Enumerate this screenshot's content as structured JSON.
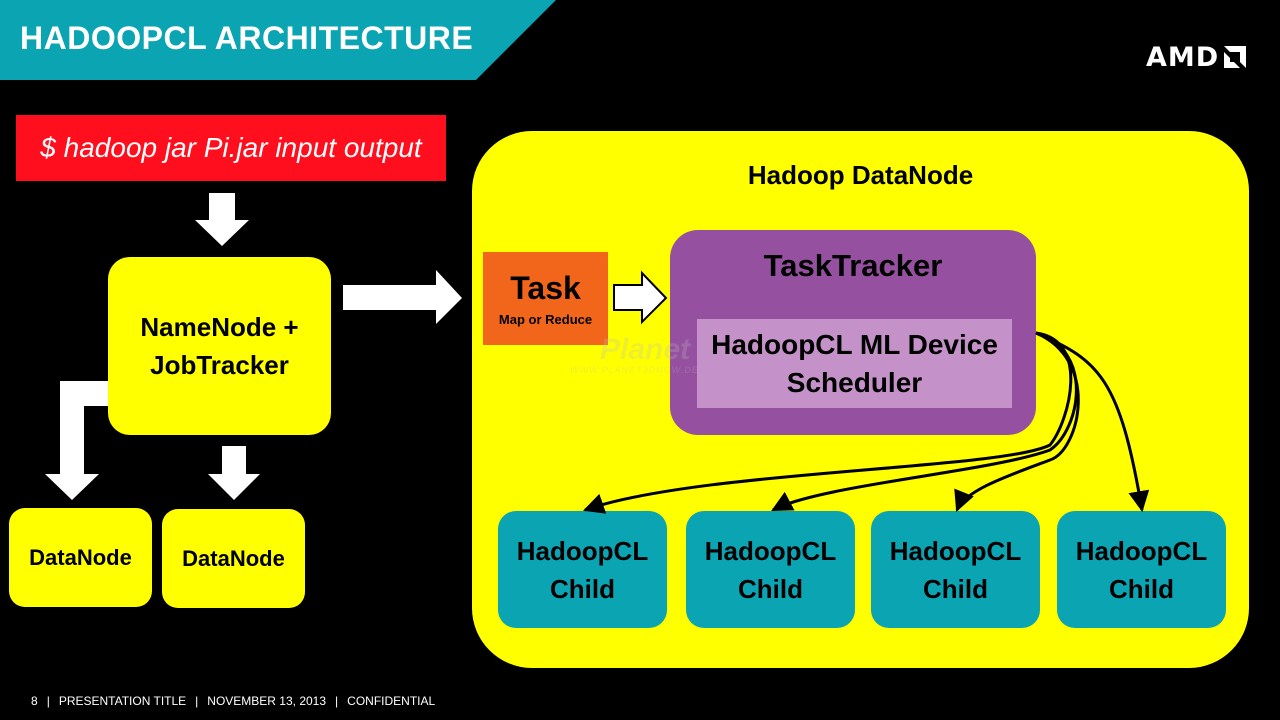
{
  "header": {
    "title": "HADOOPCL ARCHITECTURE",
    "logo_text": "AMD",
    "accent_color": "#0aa4b3"
  },
  "command": {
    "text": "$ hadoop jar Pi.jar input output",
    "color": "#ff0f1d"
  },
  "left_cluster": {
    "jobtracker_line1": "NameNode +",
    "jobtracker_line2": "JobTracker",
    "datanodes": [
      "DataNode",
      "DataNode"
    ],
    "node_color": "#ffff00"
  },
  "datanode_panel": {
    "title": "Hadoop DataNode",
    "task": {
      "title": "Task",
      "subtitle": "Map or Reduce",
      "color": "#f2661c"
    },
    "tasktracker": {
      "title": "TaskTracker",
      "scheduler_line1": "HadoopCL ML Device",
      "scheduler_line2": "Scheduler",
      "color": "#9550a0",
      "scheduler_color": "#c591c9"
    },
    "children": [
      {
        "line1": "HadoopCL",
        "line2": "Child"
      },
      {
        "line1": "HadoopCL",
        "line2": "Child"
      },
      {
        "line1": "HadoopCL",
        "line2": "Child"
      },
      {
        "line1": "HadoopCL",
        "line2": "Child"
      }
    ]
  },
  "watermark": {
    "main": "Planet",
    "sub": "WWW.PLANET3DNOW.DE"
  },
  "footer": {
    "page": "8",
    "presentation": "PRESENTATION TITLE",
    "date": "NOVEMBER 13, 2013",
    "classification": "CONFIDENTIAL"
  }
}
